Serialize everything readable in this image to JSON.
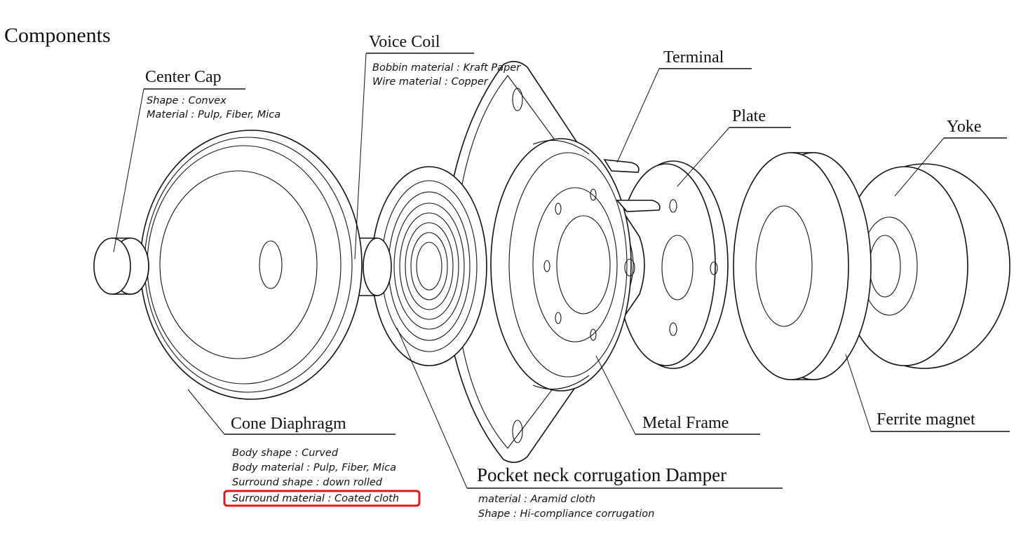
{
  "title": "Components",
  "parts": {
    "center_cap": {
      "name": "Center Cap",
      "specs": [
        "Shape : Convex",
        "Material : Pulp, Fiber, Mica"
      ]
    },
    "voice_coil": {
      "name": "Voice Coil",
      "specs": [
        "Bobbin material : Kraft Paper",
        "Wire material : Copper"
      ]
    },
    "terminal": {
      "name": "Terminal"
    },
    "plate": {
      "name": "Plate"
    },
    "yoke": {
      "name": "Yoke"
    },
    "cone_diaphragm": {
      "name": "Cone Diaphragm",
      "specs": [
        "Body shape : Curved",
        "Body material : Pulp, Fiber, Mica",
        "Surround shape : down rolled",
        "Surround material : Coated cloth"
      ]
    },
    "damper": {
      "name": "Pocket neck corrugation Damper",
      "specs": [
        "material : Aramid cloth",
        "Shape : Hi-compliance corrugation"
      ]
    },
    "metal_frame": {
      "name": "Metal Frame"
    },
    "ferrite_magnet": {
      "name": "Ferrite magnet"
    }
  },
  "highlight": {
    "text": "Surround material : Coated cloth",
    "color": "#e0161e"
  }
}
